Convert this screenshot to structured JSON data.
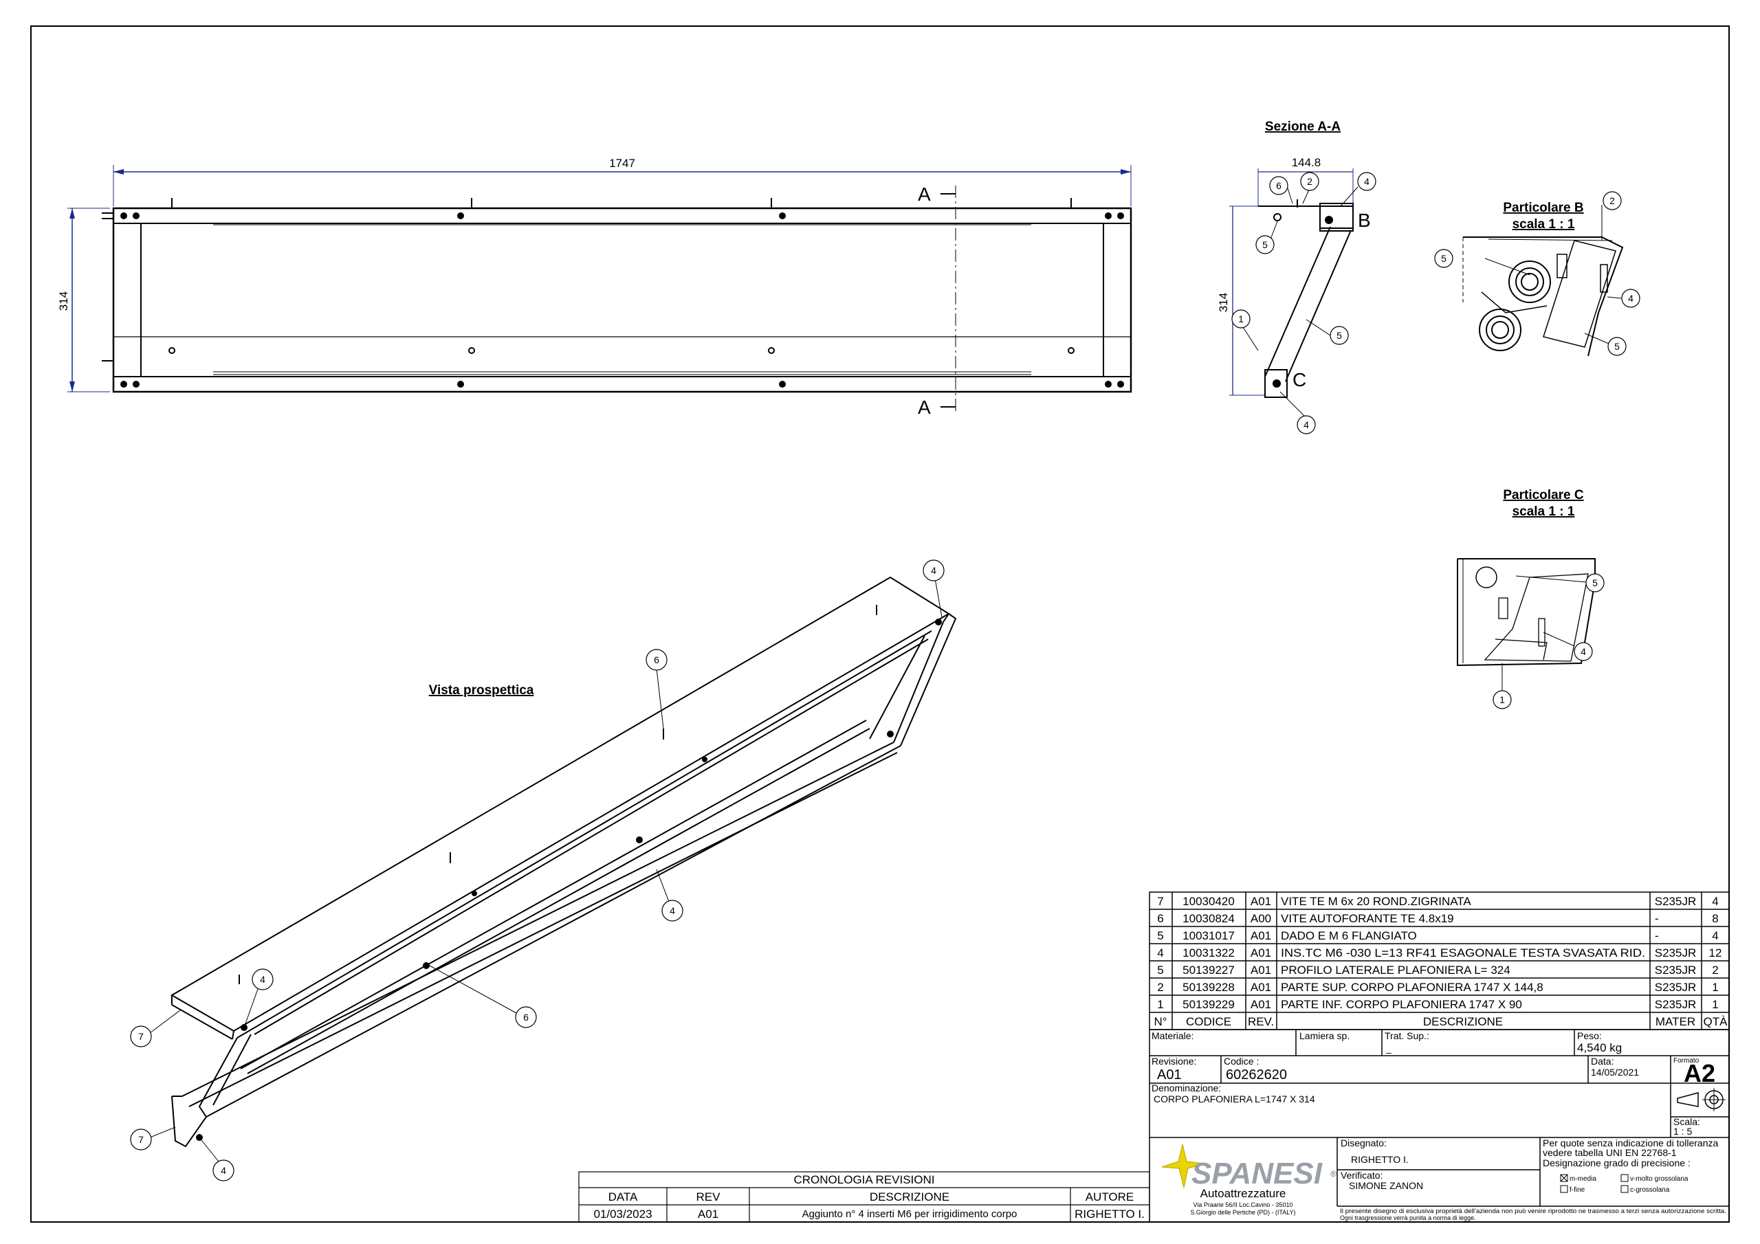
{
  "views": {
    "top_view": {
      "dim_length": "1747",
      "dim_height": "314",
      "section_mark": "A"
    },
    "section_aa": {
      "title": "Sezione A-A",
      "dim_width": "144.8",
      "dim_height": "314",
      "detail_b": "B",
      "detail_c": "C",
      "callouts": [
        "6",
        "2",
        "4",
        "5",
        "1",
        "5",
        "4"
      ]
    },
    "detail_b": {
      "title_line1": "Particolare B",
      "title_line2": "scala 1 : 1",
      "callouts": [
        "2",
        "5",
        "4",
        "5"
      ]
    },
    "detail_c": {
      "title_line1": "Particolare C",
      "title_line2": "scala 1 : 1",
      "callouts": [
        "5",
        "4",
        "1"
      ]
    },
    "perspective": {
      "title": "Vista prospettica",
      "callouts": [
        "4",
        "6",
        "4",
        "6",
        "4",
        "7",
        "7",
        "4"
      ]
    }
  },
  "bom": {
    "rows": [
      {
        "n": "7",
        "code": "10030420",
        "rev": "A01",
        "desc": "VITE TE M 6x 20 ROND.ZIGRINATA",
        "mat": "S235JR",
        "qty": "4"
      },
      {
        "n": "6",
        "code": "10030824",
        "rev": "A00",
        "desc": "VITE AUTOFORANTE TE 4.8x19",
        "mat": "-",
        "qty": "8"
      },
      {
        "n": "5",
        "code": "10031017",
        "rev": "A01",
        "desc": "DADO E M 6 FLANGIATO",
        "mat": "-",
        "qty": "4"
      },
      {
        "n": "4",
        "code": "10031322",
        "rev": "A01",
        "desc": "INS.TC M6 -030 L=13  RF41 ESAGONALE TESTA SVASATA RID.",
        "mat": "S235JR",
        "qty": "12"
      },
      {
        "n": "5",
        "code": "50139227",
        "rev": "A01",
        "desc": "PROFILO LATERALE PLAFONIERA L= 324",
        "mat": "S235JR",
        "qty": "2"
      },
      {
        "n": "2",
        "code": "50139228",
        "rev": "A01",
        "desc": "PARTE SUP. CORPO PLAFONIERA 1747 X 144,8",
        "mat": "S235JR",
        "qty": "1"
      },
      {
        "n": "1",
        "code": "50139229",
        "rev": "A01",
        "desc": "PARTE INF. CORPO PLAFONIERA 1747 X 90",
        "mat": "S235JR",
        "qty": "1"
      }
    ],
    "header": {
      "n": "N°",
      "code": "CODICE",
      "rev": "REV.",
      "desc": "DESCRIZIONE",
      "mat": "MATER",
      "qty": "QTÀ"
    }
  },
  "title_block": {
    "materiale_label": "Materiale:",
    "lamiera_label": "Lamiera sp.",
    "trat_label": "Trat. Sup.:",
    "trat_value": "_",
    "peso_label": "Peso:",
    "peso_value": "4,540 kg",
    "revisione_label": "Revisione:",
    "revisione_value": "A01",
    "codice_label": "Codice :",
    "codice_value": "60262620",
    "data_label": "Data:",
    "data_value": "14/05/2021",
    "formato_label": "Formato",
    "formato_value": "A2",
    "denominazione_label": "Denominazione:",
    "denominazione_value": "CORPO PLAFONIERA L=1747 X 314",
    "scala_label": "Scala:",
    "scala_value": "1 : 5",
    "disegnato_label": "Disegnato:",
    "disegnato_value": "RIGHETTO I.",
    "verificato_label": "Verificato:",
    "verificato_value": "SIMONE ZANON",
    "company": "SPANESI",
    "company_reg": "®",
    "company_sub": "Autoattrezzature",
    "address1": "Via Praarie 56/II  Loc.Cavino - 35010",
    "address2": "S.Giorgio delle Pertiche (PD) - (ITALY)",
    "tolerance1": "Per quote senza indicazione di tolleranza",
    "tolerance2": "vedere tabella UNI EN 22768-1",
    "tolerance3": "Designazione grado di precisione :",
    "opt_m": "m-media",
    "opt_v": "v-molto grossolana",
    "opt_f": "f-fine",
    "opt_c": "c-grossolana",
    "legal1": "Il presente disegno di esclusiva proprietà dell'azienda non può venire riprodotto ne trasmesso a terzi senza autorizzazione scritta.",
    "legal2": "Ogni trasgressione verrà punita a norma di legge."
  },
  "revisions": {
    "title": "CRONOLOGIA REVISIONI",
    "headers": [
      "DATA",
      "REV",
      "DESCRIZIONE",
      "AUTORE"
    ],
    "rows": [
      {
        "data": "01/03/2023",
        "rev": "A01",
        "desc": "Aggiunto n° 4 inserti M6 per irrigidimento corpo",
        "autore": "RIGHETTO I."
      }
    ]
  }
}
